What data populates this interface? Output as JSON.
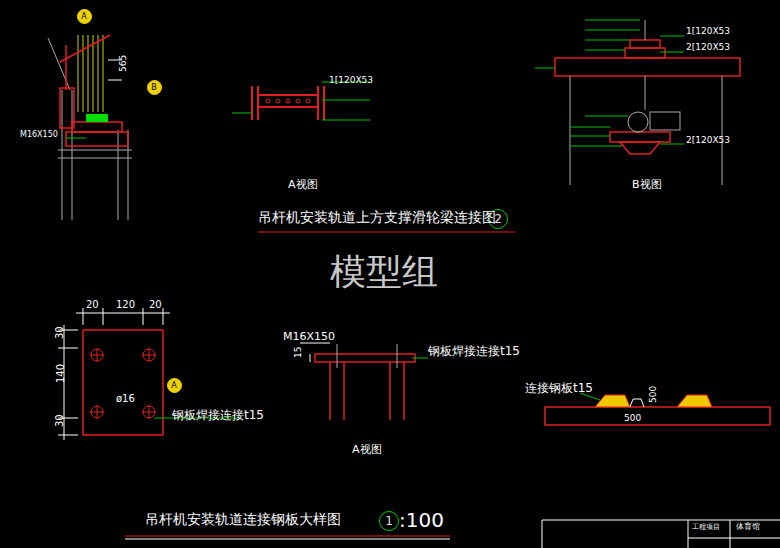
{
  "diagram": {
    "nodes": [
      {
        "text": [
          "A"
        ]
      },
      {
        "text": [
          "B"
        ]
      },
      {
        "text": [
          "2"
        ]
      },
      {
        "text": [
          "A"
        ]
      },
      {
        "text": [
          "1"
        ]
      }
    ],
    "labels": [
      "565",
      "M16X150",
      "A视图",
      "1[120X53",
      "1[120X53",
      "2[120X53",
      "2[120X53",
      "B视图",
      "吊杆机安装轨道上方支撑滑轮梁连接图",
      "模型组",
      "20",
      "120",
      "20",
      "30",
      "140",
      "30",
      "ø16",
      "钢板焊接连接t15",
      "M16X150",
      "15",
      "钢板焊接连接t15",
      "A视图",
      "连接钢板t15",
      "500",
      "500",
      "吊杆机安装轨道连接钢板大样图",
      ":100",
      "工程项目",
      "体育馆"
    ]
  }
}
